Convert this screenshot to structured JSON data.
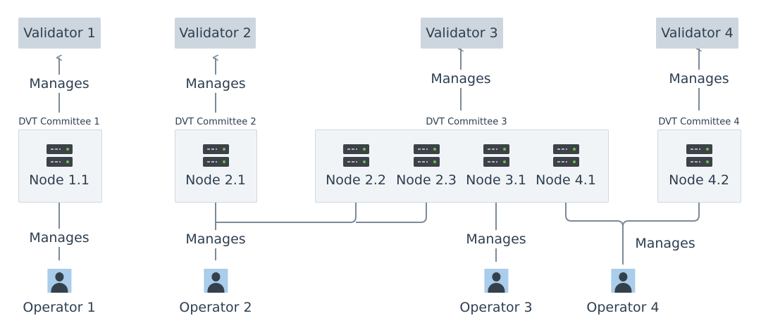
{
  "colors": {
    "connector": "#7b8a99",
    "validator_fill": "#cdd6de",
    "committee_fill": "#f1f4f7",
    "avatar_fill": "#a9cdeb"
  },
  "manages_label": "Manages",
  "validators": [
    {
      "id": "v1",
      "label": "Validator 1"
    },
    {
      "id": "v2",
      "label": "Validator 2"
    },
    {
      "id": "v3",
      "label": "Validator 3"
    },
    {
      "id": "v4",
      "label": "Validator 4"
    }
  ],
  "committees": [
    {
      "id": "c1",
      "label": "DVT Committee 1",
      "manages_validator": "v1"
    },
    {
      "id": "c2",
      "label": "DVT Committee 2",
      "manages_validator": "v2"
    },
    {
      "id": "c3",
      "label": "DVT Committee 3",
      "manages_validator": "v3"
    },
    {
      "id": "c4",
      "label": "DVT Committee 4",
      "manages_validator": "v4"
    }
  ],
  "nodes": [
    {
      "id": "n11",
      "label": "Node 1.1",
      "committee": "c1"
    },
    {
      "id": "n21",
      "label": "Node 2.1",
      "committee": "c2"
    },
    {
      "id": "n22",
      "label": "Node 2.2",
      "committee": "c3"
    },
    {
      "id": "n23",
      "label": "Node 2.3",
      "committee": "c3"
    },
    {
      "id": "n31",
      "label": "Node 3.1",
      "committee": "c3"
    },
    {
      "id": "n41",
      "label": "Node 4.1",
      "committee": "c3"
    },
    {
      "id": "n42",
      "label": "Node 4.2",
      "committee": "c4"
    }
  ],
  "operators": [
    {
      "id": "o1",
      "label": "Operator 1",
      "manages_nodes": [
        "n11"
      ]
    },
    {
      "id": "o2",
      "label": "Operator 2",
      "manages_nodes": [
        "n21",
        "n22",
        "n23"
      ]
    },
    {
      "id": "o3",
      "label": "Operator 3",
      "manages_nodes": [
        "n31"
      ]
    },
    {
      "id": "o4",
      "label": "Operator 4",
      "manages_nodes": [
        "n41",
        "n42"
      ]
    }
  ]
}
